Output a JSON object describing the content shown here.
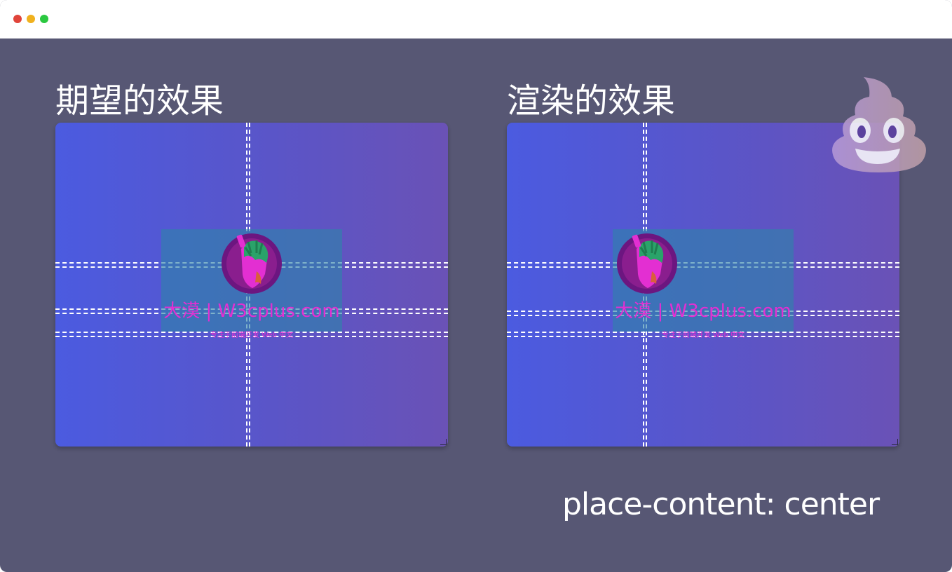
{
  "window": {
    "controls": [
      "close",
      "minimize",
      "zoom"
    ],
    "colors": {
      "close": "#e0443a",
      "minimize": "#f0b11e",
      "zoom": "#2bc840",
      "background": "#575774"
    }
  },
  "headings": {
    "expected": "期望的效果",
    "rendered": "渲染的效果"
  },
  "logo": {
    "title": "大漠 | W3cplus.com",
    "subtitle": "专注于前端开发 Web 中文",
    "emblem_icon": "w3cplus-avatar-icon",
    "text_color": "#e32fd2"
  },
  "decoration": {
    "emoji": "pile-of-poo-icon"
  },
  "caption": "place-content: center"
}
